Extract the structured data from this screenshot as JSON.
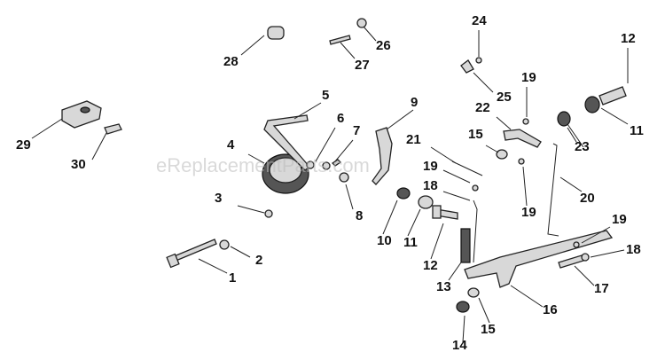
{
  "diagram": {
    "watermark": "eReplacementParts.com",
    "callouts": [
      "28",
      "26",
      "27",
      "24",
      "25",
      "12",
      "19",
      "22",
      "11",
      "23",
      "15",
      "21",
      "9",
      "5",
      "6",
      "7",
      "4",
      "29",
      "30",
      "19",
      "18",
      "19",
      "20",
      "19",
      "18",
      "3",
      "8",
      "10",
      "11",
      "12",
      "13",
      "2",
      "1",
      "17",
      "16",
      "15",
      "14"
    ]
  }
}
